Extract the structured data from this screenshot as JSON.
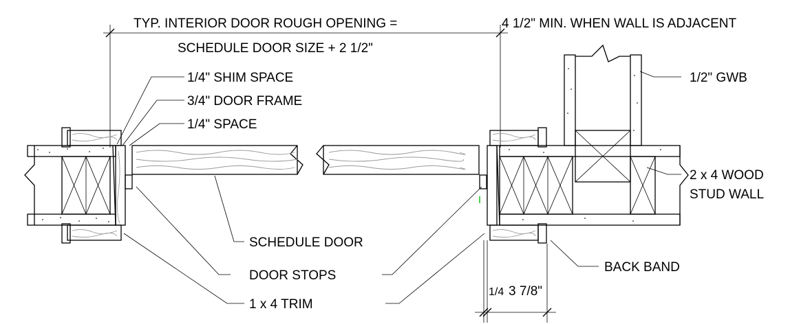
{
  "dimensions": {
    "rough_opening_line1": "TYP. INTERIOR DOOR ROUGH OPENING =",
    "rough_opening_line2": "SCHEDULE DOOR SIZE + 2 1/2\"",
    "adjacent_wall": "4 1/2\" MIN. WHEN WALL IS ADJACENT",
    "trim_width": "1/4",
    "trim_depth": "3 7/8\""
  },
  "callouts": {
    "shim_space": "1/4\" SHIM SPACE",
    "door_frame": "3/4\" DOOR FRAME",
    "space": "1/4\" SPACE",
    "gwb": "1/2\" GWB",
    "stud_wall_line1": "2 x 4 WOOD",
    "stud_wall_line2": "STUD WALL",
    "schedule_door": "SCHEDULE DOOR",
    "door_stops": "DOOR STOPS",
    "back_band": "BACK BAND",
    "trim": "1 x 4 TRIM"
  },
  "colors": {
    "line": "#000000",
    "grain": "#999999",
    "accent_tick": "#00c000"
  }
}
